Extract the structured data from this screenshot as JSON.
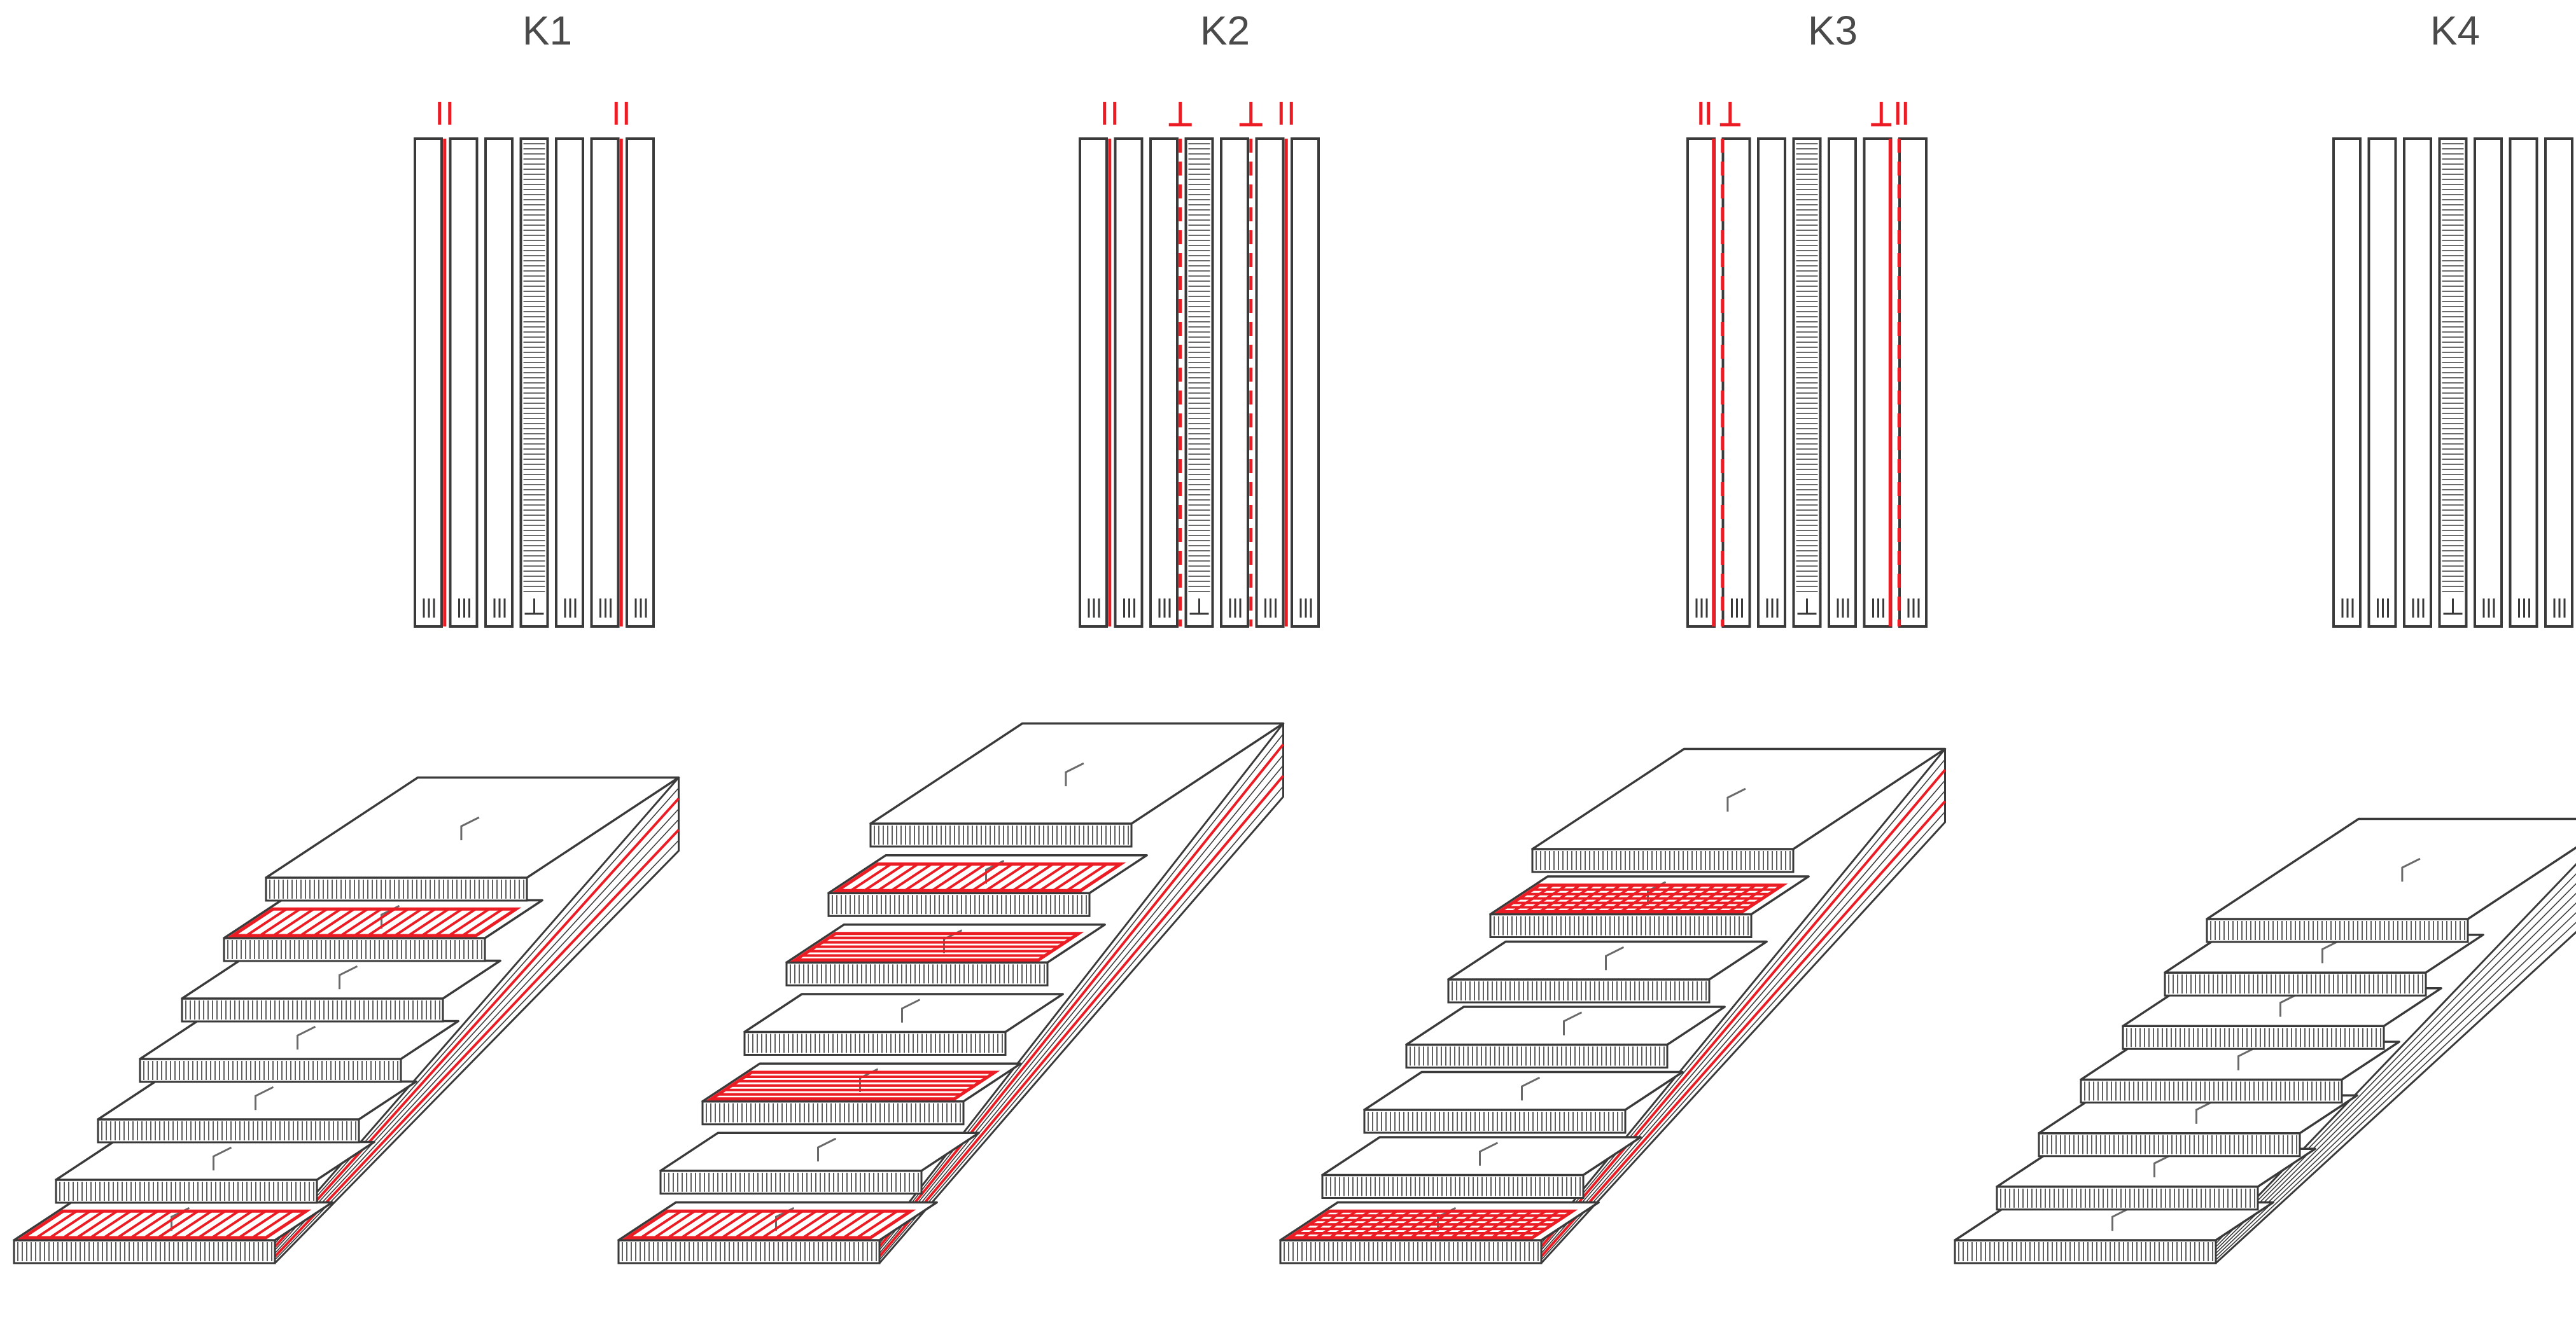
{
  "figure": {
    "configurations": [
      {
        "id": "K1",
        "label": "K1",
        "layers": [
          {
            "kind": "paral",
            "marker": "II",
            "notch": "none"
          },
          {
            "kind": "plain",
            "marker": "",
            "notch": "none"
          },
          {
            "kind": "plain",
            "marker": "",
            "notch": "none"
          },
          {
            "kind": "core",
            "marker": "",
            "notch": "none"
          },
          {
            "kind": "plain",
            "marker": "",
            "notch": "none"
          },
          {
            "kind": "paral",
            "marker": "II",
            "notch": "none"
          },
          {
            "kind": "plain",
            "marker": "",
            "notch": "none"
          }
        ],
        "steps": [
          {
            "notch": "parallel"
          },
          {
            "notch": "none"
          },
          {
            "notch": "none"
          },
          {
            "notch": "none"
          },
          {
            "notch": "none"
          },
          {
            "notch": "parallel"
          },
          {
            "notch": "none"
          }
        ]
      },
      {
        "id": "K2",
        "label": "K2",
        "layers": [
          {
            "kind": "paral",
            "marker": "II",
            "notch": "none"
          },
          {
            "kind": "plain",
            "marker": "",
            "notch": "none"
          },
          {
            "kind": "perp",
            "marker": "⊥",
            "notch": "none"
          },
          {
            "kind": "core",
            "marker": "",
            "notch": "none"
          },
          {
            "kind": "perp",
            "marker": "⊥",
            "notch": "none"
          },
          {
            "kind": "paral",
            "marker": "II",
            "notch": "none"
          },
          {
            "kind": "plain",
            "marker": "",
            "notch": "none"
          }
        ],
        "steps": [
          {
            "notch": "parallel"
          },
          {
            "notch": "none"
          },
          {
            "notch": "perpendicular"
          },
          {
            "notch": "none"
          },
          {
            "notch": "perpendicular"
          },
          {
            "notch": "parallel"
          },
          {
            "notch": "none"
          }
        ]
      },
      {
        "id": "K3",
        "label": "K3",
        "layers": [
          {
            "kind": "paral-perp",
            "marker": "II⊥",
            "notch": "none"
          },
          {
            "kind": "plain",
            "marker": "",
            "notch": "none"
          },
          {
            "kind": "plain",
            "marker": "",
            "notch": "none"
          },
          {
            "kind": "core",
            "marker": "",
            "notch": "none"
          },
          {
            "kind": "plain",
            "marker": "",
            "notch": "none"
          },
          {
            "kind": "perp-paral",
            "marker": "⊥II",
            "notch": "none"
          },
          {
            "kind": "plain",
            "marker": "",
            "notch": "none"
          }
        ],
        "steps": [
          {
            "notch": "grid"
          },
          {
            "notch": "none"
          },
          {
            "notch": "none"
          },
          {
            "notch": "none"
          },
          {
            "notch": "none"
          },
          {
            "notch": "grid"
          },
          {
            "notch": "none"
          }
        ]
      },
      {
        "id": "K4",
        "label": "K4",
        "layers": [
          {
            "kind": "plain",
            "marker": "",
            "notch": "none"
          },
          {
            "kind": "plain",
            "marker": "",
            "notch": "none"
          },
          {
            "kind": "plain",
            "marker": "",
            "notch": "none"
          },
          {
            "kind": "core",
            "marker": "",
            "notch": "none"
          },
          {
            "kind": "plain",
            "marker": "",
            "notch": "none"
          },
          {
            "kind": "plain",
            "marker": "",
            "notch": "none"
          },
          {
            "kind": "plain",
            "marker": "",
            "notch": "none"
          }
        ],
        "steps": [
          {
            "notch": "none"
          },
          {
            "notch": "none"
          },
          {
            "notch": "none"
          },
          {
            "notch": "none"
          },
          {
            "notch": "none"
          },
          {
            "notch": "none"
          },
          {
            "notch": "none"
          }
        ]
      }
    ],
    "colors": {
      "notch": "#ec1c24",
      "outline": "#3a3a3a",
      "label": "#4a4a4a"
    }
  }
}
